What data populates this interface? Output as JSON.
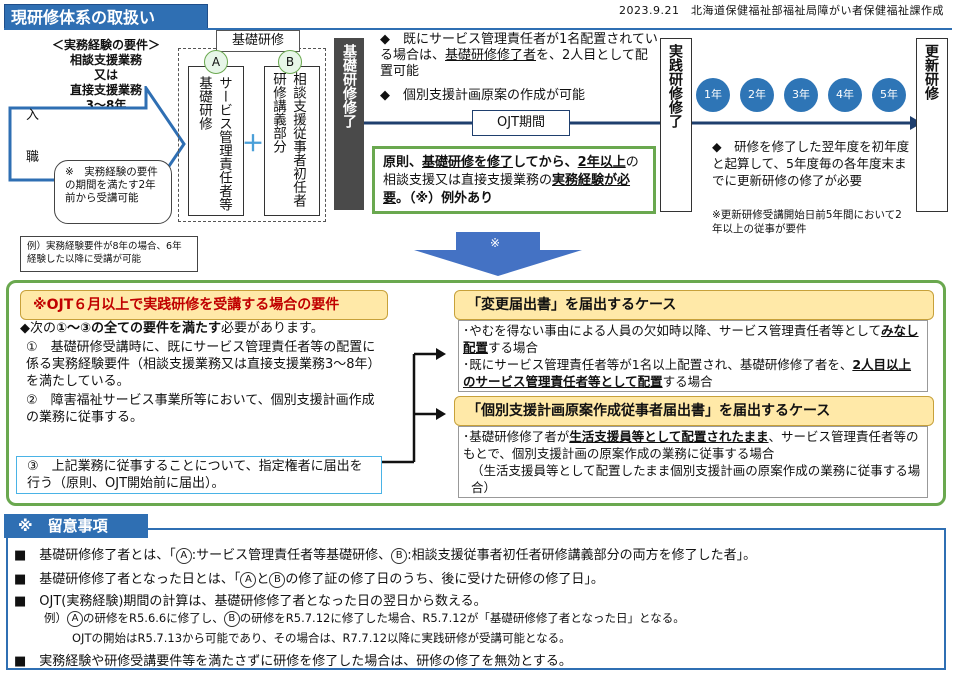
{
  "header": {
    "title": "現研修体系の取扱い",
    "meta": "2023.9.21　北海道保健福祉部福祉局障がい者保健福祉課作成"
  },
  "experience": {
    "label_line1": "＜実務経験の要件＞",
    "label_line2": "相談支援業務",
    "label_line3": "又は",
    "label_line4": "直接支援業務",
    "label_line5": "3～8年",
    "arrow_char1": "入",
    "arrow_char2": "職",
    "note": "※　実務経験の要件の期間を満たす2年前から受講可能",
    "example": "例）実務経験要件が8年の場合、6年経験した以降に受講が可能"
  },
  "basic_training": {
    "tab": "基礎研修",
    "a_mark": "A",
    "b_mark": "B",
    "a_text": "サービス管理責任者等基礎研修",
    "b_text": "相談支援従事者初任者研修講義部分",
    "plus": "＋",
    "completed": "基礎研修修了"
  },
  "middle": {
    "bullet1": "◆　既にサービス管理責任者が1名配置されている場合は、",
    "bullet1_u": "基礎研修修了者",
    "bullet1_end": "を、2人目として配置可能",
    "bullet2": "◆　個別支援計画原案の作成が可能",
    "ojt": "OJT期間",
    "principle_a": "原則、",
    "principle_b": "基礎研修を修了",
    "principle_c": "してから、",
    "principle_d": "2年以上",
    "principle_e": "の相談支援又は直接支援業務の",
    "principle_f": "実務経験が必要",
    "principle_g": "。（※）例外あり"
  },
  "practical": {
    "label": "実践研修修了"
  },
  "years": [
    "1年",
    "2年",
    "3年",
    "4年",
    "5年"
  ],
  "renewal": {
    "label": "更新研修",
    "note1": "◆　研修を修了した翌年度を初年度と起算して、5年度毎の各年度末までに更新研修の修了が必要",
    "note2": "※更新研修受講開始日前5年間において2年以上の従事が要件"
  },
  "down_arrow": "※",
  "ojt_req": {
    "head": "※OJT６月以上で実践研修を受講する場合の要件",
    "intro_a": "◆次の",
    "intro_b": "①～③の全ての要件を満たす",
    "intro_c": "必要があります。",
    "item1": "①　基礎研修受講時に、既にサービス管理責任者等の配置に係る実務経験要件（相談支援業務又は直接支援業務3～8年）を満たしている。",
    "item2": "②　障害福祉サービス事業所等において、個別支援計画作成の業務に従事する。",
    "item3": "③　上記業務に従事することについて、指定権者に届出を行う（原則、OJT開始前に届出）。"
  },
  "case1": {
    "head": "「変更届出書」を届出するケース",
    "l1a": "･やむを得ない事由による人員の欠如時以降、サービス管理責任者等として",
    "l1b": "みなし配置",
    "l1c": "する場合",
    "l2a": "･既にサービス管理責任者等が1名以上配置され、基礎研修修了者を、",
    "l2b": "2人目以上のサービス管理責任者等として配置",
    "l2c": "する場合"
  },
  "case2": {
    "head": "「個別支援計画原案作成従事者届出書」を届出するケース",
    "l1a": "･基礎研修修了者が",
    "l1b": "生活支援員等として配置されたまま",
    "l1c": "、サービス管理責任者等のもとで、個別支援計画の原案作成の業務に従事する場合",
    "l2": "（生活支援員等として配置したまま個別支援計画の原案作成の業務に従事する場合）"
  },
  "notes": {
    "tab": "※　留意事項",
    "n1a": "■　基礎研修修了者とは、「",
    "n1b": ":サービス管理責任者等基礎研修、",
    "n1c": ":相談支援従事者初任者研修講義部分の両方を修了した者」。",
    "n2a": "■　基礎研修修了者となった日とは、「",
    "n2b": "と",
    "n2c": "の修了証の修了日のうち、後に受けた研修の修了日」。",
    "n3": "■　OJT(実務経験)期間の計算は、基礎研修修了者となった日の翌日から数える。",
    "ex_a": "例）",
    "ex_b": "の研修をR5.6.6に修了し、",
    "ex_c": "の研修をR5.7.12に修了した場合、R5.7.12が「基礎研修修了者となった日」となる。",
    "ex2": "OJTの開始はR5.7.13から可能であり、その場合は、R7.7.12以降に実践研修が受講可能となる。",
    "n4": "■　実務経験や研修受講要件等を満たさずに研修を修了した場合は、研修の修了を無効とする。"
  },
  "colors": {
    "blue": "#2f6fb3",
    "green": "#6aa84f",
    "yellow": "#ffe9a8",
    "red": "#c00000"
  }
}
